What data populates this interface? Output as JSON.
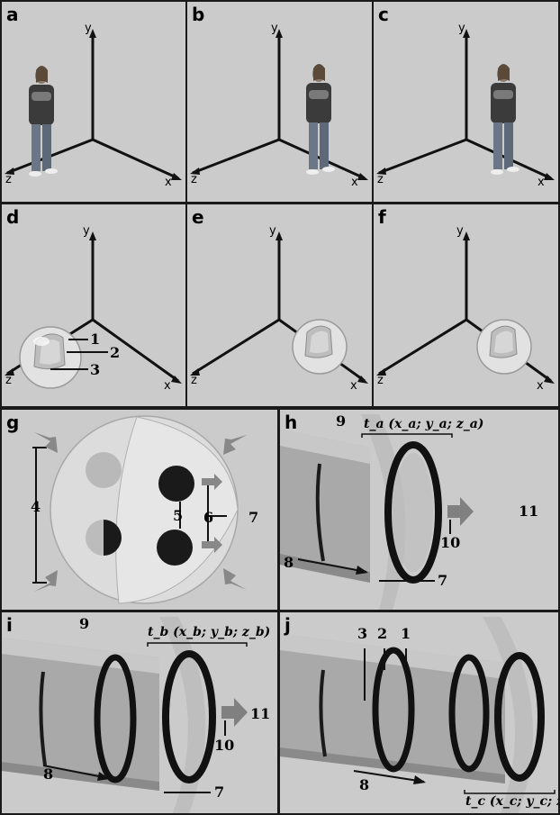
{
  "panels": {
    "a": {
      "label": "a",
      "axes": {
        "y": "y",
        "z": "z",
        "x": "x"
      }
    },
    "b": {
      "label": "b",
      "axes": {
        "y": "y",
        "z": "z",
        "x": "x"
      }
    },
    "c": {
      "label": "c",
      "axes": {
        "y": "y",
        "z": "z",
        "x": "x"
      }
    },
    "d": {
      "label": "d",
      "axes": {
        "y": "y",
        "z": "z",
        "x": "x"
      },
      "callouts": [
        "1",
        "2",
        "3"
      ]
    },
    "e": {
      "label": "e",
      "axes": {
        "y": "y",
        "z": "z",
        "x": "x"
      }
    },
    "f": {
      "label": "f",
      "axes": {
        "y": "y",
        "z": "z",
        "x": "x"
      }
    },
    "g": {
      "label": "g",
      "callouts": {
        "n4": "4",
        "n5": "5",
        "n6": "6",
        "n7": "7"
      }
    },
    "h": {
      "label": "h",
      "time": "t_a (x_a; y_a; z_a)",
      "callouts": {
        "n9": "9",
        "n10": "10",
        "n11": "11",
        "n8": "8",
        "n7": "7"
      }
    },
    "i": {
      "label": "i",
      "time": "t_b (x_b; y_b; z_b)",
      "callouts": {
        "n9": "9",
        "n10": "10",
        "n11": "11",
        "n8": "8",
        "n7": "7"
      }
    },
    "j": {
      "label": "j",
      "time": "t_c (x_c; y_c; z_c)",
      "callouts": {
        "n1": "1",
        "n2": "2",
        "n3": "3",
        "n8": "8"
      }
    }
  },
  "colors": {
    "panel_bg": "#cbcbcb",
    "border": "#1a1a1a",
    "arrow": "#808080"
  }
}
